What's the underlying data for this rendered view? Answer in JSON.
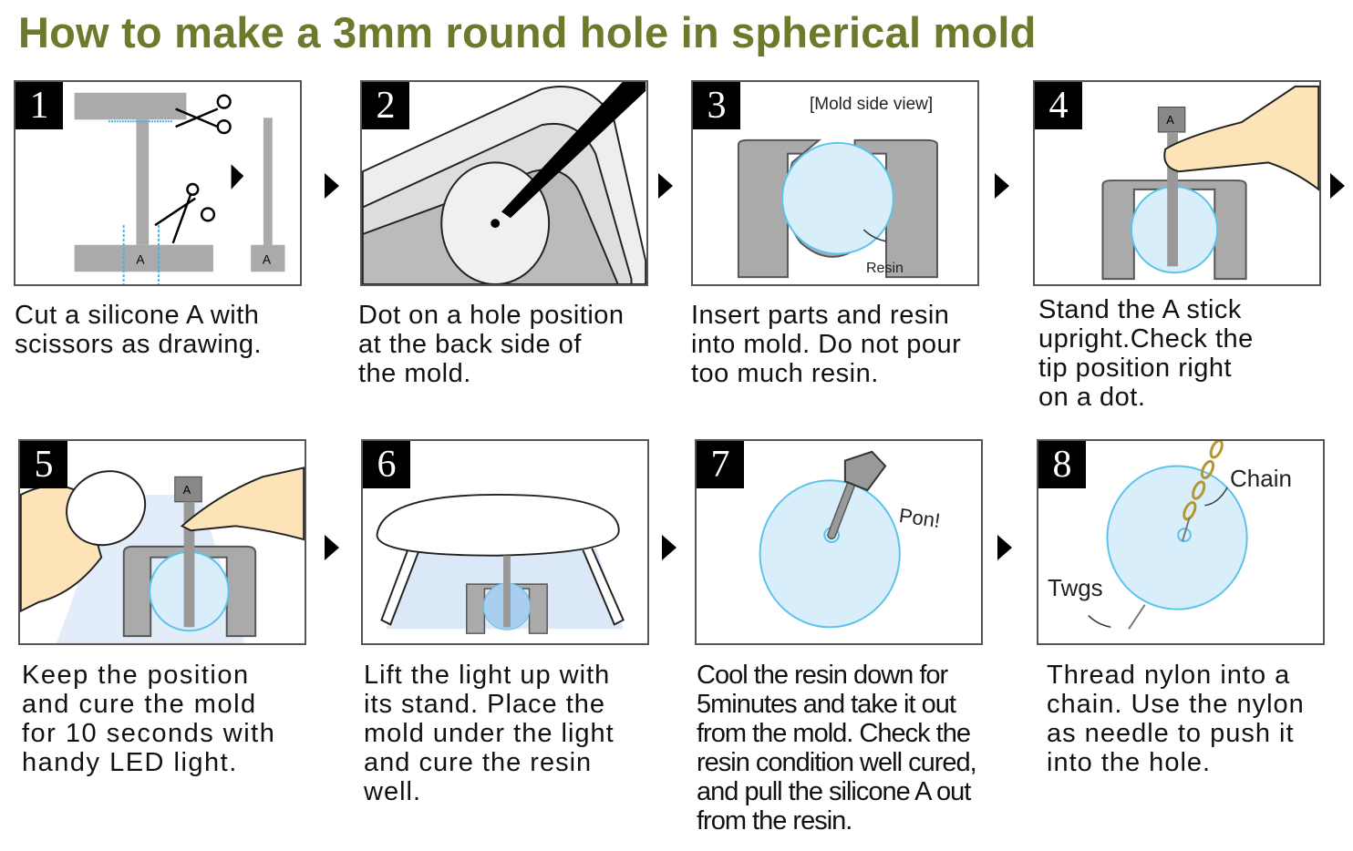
{
  "title": "How to make a 3mm round hole in spherical mold",
  "steps": [
    {
      "number": "1",
      "caption": "Cut a silicone A with\nscissors as drawing.",
      "labels": [
        "A",
        "A"
      ]
    },
    {
      "number": "2",
      "caption": "Dot on a hole position\nat the back side of\nthe mold."
    },
    {
      "number": "3",
      "caption": "Insert parts and resin\ninto mold. Do not pour\ntoo much resin.",
      "labels": [
        "[Mold side view]",
        "Resin"
      ]
    },
    {
      "number": "4",
      "caption": "Stand the A stick\nupright.Check the\ntip position right\non a dot.",
      "labels": [
        "A"
      ]
    },
    {
      "number": "5",
      "caption": "Keep the position\nand cure the mold\nfor 10 seconds with\nhandy LED light.",
      "labels": [
        "A"
      ]
    },
    {
      "number": "6",
      "caption": "Lift the light up with\nits stand. Place the\nmold under the light\nand cure the resin\nwell."
    },
    {
      "number": "7",
      "caption": "Cool the resin down for\n5minutes and take it out\nfrom the mold. Check the\nresin condition well cured,\nand pull the silicone A out\nfrom the resin.",
      "labels": [
        "Pon!"
      ]
    },
    {
      "number": "8",
      "caption": "Thread nylon into a\nchain. Use the nylon\nas needle to push it\ninto the hole.",
      "labels": [
        "Chain",
        "Twgs"
      ]
    }
  ],
  "colors": {
    "title": "#6b7a2b",
    "resin": "#d8eefa",
    "resin_outline": "#5bc3ea",
    "mold": "#a9a9a9"
  }
}
